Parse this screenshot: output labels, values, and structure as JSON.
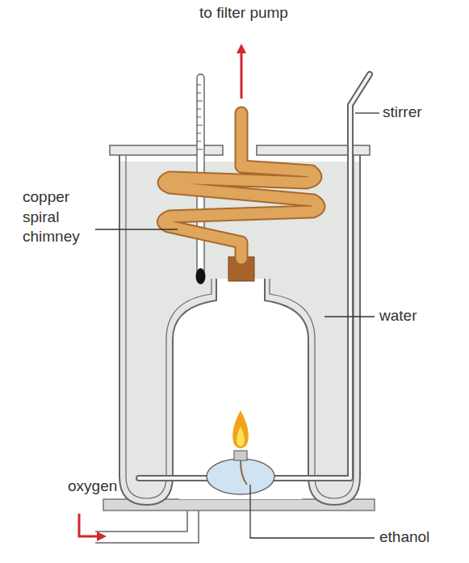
{
  "diagram": {
    "labels": [
      "to filter pump",
      "copper spiral chimney",
      "stirrer",
      "water",
      "oxygen",
      "ethanol"
    ]
  }
}
